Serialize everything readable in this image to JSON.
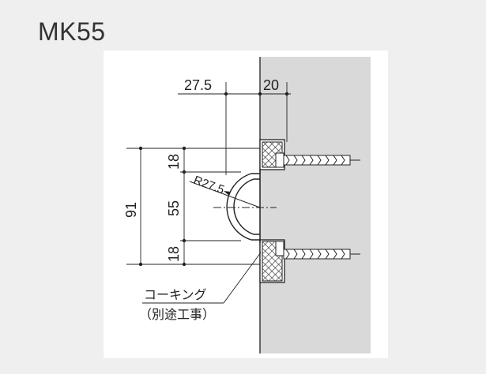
{
  "title": "MK55",
  "dimensions": {
    "offset": "27.5",
    "wall_depth": "20",
    "total_height": "91",
    "top_segment": "18",
    "middle_segment": "55",
    "bottom_segment": "18",
    "radius": "R27.5"
  },
  "callout": {
    "line1": "コーキング",
    "line2": "（別途工事）"
  },
  "colors": {
    "page_background": "#efefef",
    "panel_background": "#ffffff",
    "wall_fill": "#d9d9d9",
    "line": "#222222"
  }
}
